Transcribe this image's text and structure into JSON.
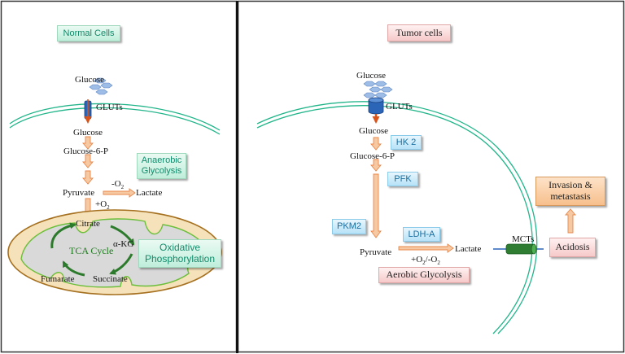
{
  "normal_cells": {
    "title": "Normal Cells",
    "glucose_outside": "Glucose",
    "transporter": "GLUTs",
    "glucose_inside": "Glucose",
    "glucose6p": "Glucose-6-P",
    "anaerobic_box": "Anaerobic Glycolysis",
    "pyruvate": "Pyruvate",
    "minus_o2": "-O",
    "plus_o2": "+O",
    "o2_subscript": "2",
    "lactate": "Lactate",
    "citrate": "Citrate",
    "tca_cycle": "TCA Cycle",
    "akg": "α-KG",
    "fumarate": "Fumarate",
    "succinate": "Succinate",
    "oxphos_box": "Oxidative Phosphorylation"
  },
  "tumor_cells": {
    "title": "Tumor cells",
    "glucose_outside": "Glucose",
    "transporter": "GLUTs",
    "glucose_inside": "Glucose",
    "hk2": "HK 2",
    "glucose6p": "Glucose-6-P",
    "pfk": "PFK",
    "pkm2": "PKM2",
    "ldha": "LDH-A",
    "pyruvate": "Pyruvate",
    "lactate": "Lactate",
    "o2_condition": "+O",
    "o2_condition_mid": "/-O",
    "o2_subscript": "2",
    "aerobic_glycolysis": "Aerobic Glycolysis",
    "mcts": "MCTs",
    "acidosis": "Acidosis",
    "invasion": "Invasion & metastasis"
  },
  "colors": {
    "arrow_fill": "#f7c9a3",
    "arrow_stroke": "#e8874a",
    "membrane": "#22b58a",
    "mito_fill": "#f6e2ba",
    "mito_stroke": "#a5701f",
    "cristae_fill": "#d9d9d9",
    "cristae_stroke": "#6bbf3a",
    "cycle_arrow": "#2c7a2c",
    "glucose_hex": "#9ebde6",
    "glut_blue": "#2b65b8",
    "mct_green": "#2e7d32"
  }
}
